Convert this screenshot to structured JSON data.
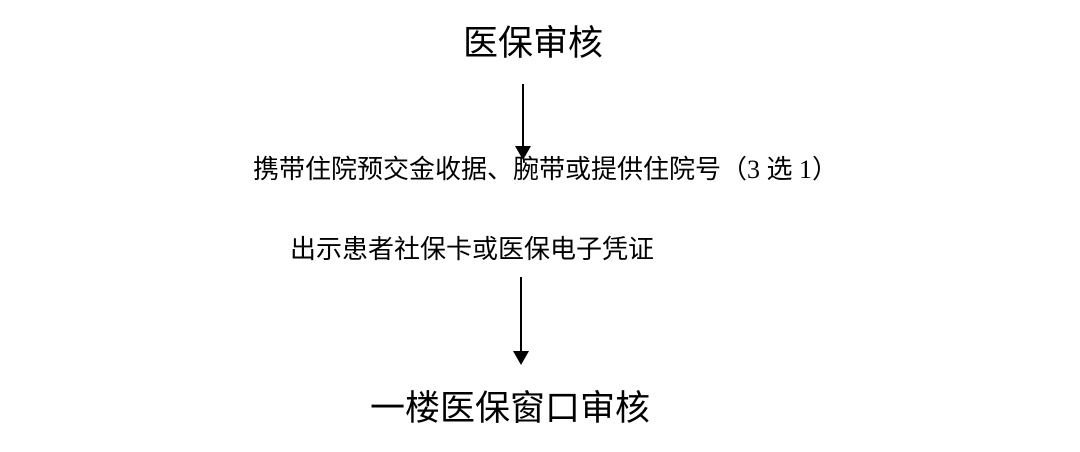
{
  "flow": {
    "step1": "医保审核",
    "step2_a": "携带住院预交金收据、腕带或提供住院号",
    "step2_b": "（3 选 1）",
    "step3": "出示患者社保卡或医保电子凭证",
    "step4": "一楼医保窗口审核"
  },
  "colors": {
    "text": "#000000",
    "arrow": "#000000",
    "background": "#ffffff"
  }
}
